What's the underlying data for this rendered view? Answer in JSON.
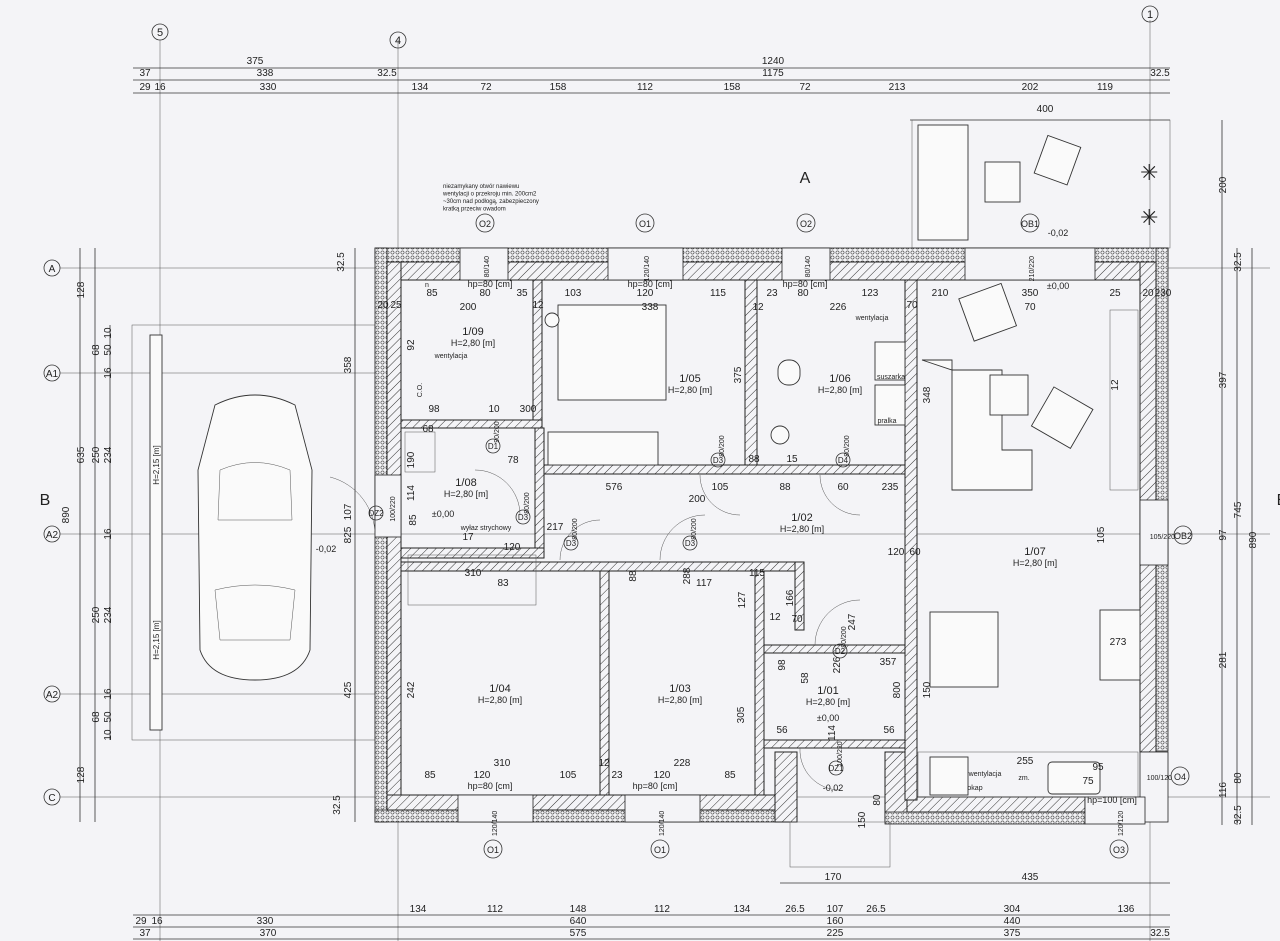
{
  "axes": {
    "ax5": "5",
    "ax4": "4",
    "ax1": "1",
    "axA": "A",
    "axA1": "A1",
    "axA2a": "A2",
    "axA2b": "A2",
    "axC": "C",
    "axB": "B",
    "axB2": "B"
  },
  "section_mark": "A",
  "note": [
    "niezamykany otwór nawiewu",
    "wentylacji o przekroju min. 200cm2",
    "~30cm nad podłogą, zabezpieczony",
    "kratką przeciw owadom"
  ],
  "rooms": [
    {
      "id": "1/09",
      "h": "H=2,80 [m]"
    },
    {
      "id": "1/05",
      "h": "H=2,80 [m]"
    },
    {
      "id": "1/06",
      "h": "H=2,80 [m]"
    },
    {
      "id": "1/07",
      "h": "H=2,80 [m]"
    },
    {
      "id": "1/08",
      "h": "H=2,80 [m]"
    },
    {
      "id": "1/02",
      "h": "H=2,80 [m]"
    },
    {
      "id": "1/04",
      "h": "H=2,80 [m]"
    },
    {
      "id": "1/03",
      "h": "H=2,80 [m]"
    },
    {
      "id": "1/01",
      "h": "H=2,80 [m]"
    }
  ],
  "dims_top": {
    "row1": [
      "375",
      "1240"
    ],
    "row2": [
      "37",
      "338",
      "32.5",
      "1175",
      "32.5"
    ],
    "row3": [
      "29",
      "16",
      "330",
      "134",
      "72",
      "158",
      "112",
      "158",
      "72",
      "213",
      "202",
      "119"
    ],
    "terrace": "400"
  },
  "dims_bottom": {
    "row1": [
      "134",
      "112",
      "148",
      "112",
      "134",
      "26.5",
      "107",
      "26.5",
      "304",
      "136"
    ],
    "row2": [
      "29",
      "16",
      "330",
      "640",
      "160",
      "440"
    ],
    "row3": [
      "37",
      "370",
      "575",
      "225",
      "375",
      "32.5"
    ],
    "entrance": [
      "170",
      "435",
      "150",
      "80"
    ]
  },
  "dims_left": [
    "128",
    "68",
    "50",
    "10",
    "16",
    "250",
    "234",
    "635",
    "890",
    "16",
    "250",
    "234",
    "16",
    "68",
    "50",
    "10",
    "128",
    "32.5",
    "358",
    "107",
    "825",
    "425",
    "32.5"
  ],
  "dims_right": [
    "200",
    "32.5",
    "397",
    "745",
    "890",
    "97",
    "281",
    "116",
    "80",
    "32.5"
  ],
  "dims_inner": [
    "85",
    "80",
    "35",
    "200",
    "20",
    "25",
    "12",
    "103",
    "120",
    "338",
    "115",
    "23",
    "80",
    "226",
    "123",
    "12",
    "70",
    "210",
    "350",
    "70",
    "25",
    "20",
    "230",
    "92",
    "98",
    "10",
    "300",
    "375",
    "348",
    "12",
    "68",
    "190",
    "114",
    "85",
    "78",
    "15",
    "88",
    "105",
    "88",
    "60",
    "235",
    "576",
    "200",
    "17",
    "120",
    "217",
    "310",
    "83",
    "88",
    "288",
    "117",
    "115",
    "127",
    "166",
    "247",
    "120",
    "60",
    "12",
    "70",
    "98",
    "226",
    "58",
    "357",
    "242",
    "305",
    "150",
    "800",
    "105",
    "273",
    "310",
    "85",
    "120",
    "105",
    "228",
    "85",
    "23",
    "120",
    "56",
    "114",
    "56",
    "255",
    "95",
    "75",
    "12"
  ],
  "windows": [
    {
      "tag": "O2",
      "size": "80/140",
      "hp": "hp=80 [cm]"
    },
    {
      "tag": "O1",
      "size": "120/140",
      "hp": "hp=80 [cm]"
    },
    {
      "tag": "O2",
      "size": "80/140",
      "hp": "hp=80 [cm]"
    },
    {
      "tag": "OB1",
      "size": "210/220"
    },
    {
      "tag": "OB2",
      "size": "105/220"
    },
    {
      "tag": "O4",
      "size": "100/120",
      "hp": "hp=100 [cm]"
    },
    {
      "tag": "O1",
      "size": "120/140",
      "hp": "hp=80 [cm]"
    },
    {
      "tag": "O1",
      "size": "120/140",
      "hp": "hp=80 [cm]"
    },
    {
      "tag": "O3",
      "size": "120/120"
    }
  ],
  "doors": [
    {
      "tag": "D1",
      "size": "90/200"
    },
    {
      "tag": "D3",
      "size": "80/200"
    },
    {
      "tag": "D4",
      "size": "80/200"
    },
    {
      "tag": "D3",
      "size": "80/200"
    },
    {
      "tag": "D3",
      "size": "80/200"
    },
    {
      "tag": "D3",
      "size": "80/200"
    },
    {
      "tag": "D2",
      "size": "80/200"
    },
    {
      "tag": "DZ2",
      "size": "100/220"
    },
    {
      "tag": "DZ1",
      "size": "100/220"
    }
  ],
  "levels": [
    "±0,00",
    "±0,00",
    "-0,02",
    "-0,02",
    "-0,02",
    "±0,00"
  ],
  "labels": {
    "vent1": "wentylacja",
    "co": "C.O.",
    "hatch": "wyłaz strychowy",
    "dryer": "suszarka",
    "washer": "pralka",
    "vent2": "wentylacja",
    "vent3": "wentylacja",
    "hood": "okap",
    "fridge": "zm.",
    "beam_h1": "H=2,15 [m]",
    "beam_h2": "H=2,15 [m]",
    "n": "n"
  }
}
